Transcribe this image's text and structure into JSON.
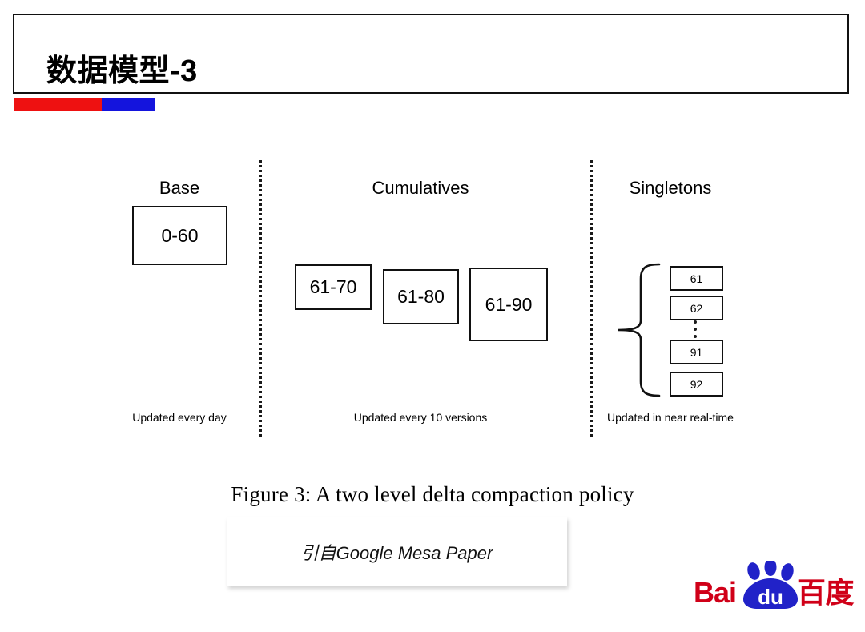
{
  "slide": {
    "title": "数据模型-3",
    "accent_red": "#ee1111",
    "accent_blue": "#1414dd"
  },
  "figure": {
    "caption": "Figure 3: A two level delta compaction policy",
    "columns": [
      {
        "id": "base",
        "header": "Base",
        "note": "Updated every day",
        "boxes": [
          {
            "label": "0-60"
          }
        ]
      },
      {
        "id": "cumulatives",
        "header": "Cumulatives",
        "note": "Updated every 10 versions",
        "boxes": [
          {
            "label": "61-70"
          },
          {
            "label": "61-80"
          },
          {
            "label": "61-90"
          }
        ]
      },
      {
        "id": "singletons",
        "header": "Singletons",
        "note": "Updated in near real-time",
        "boxes": [
          {
            "label": "61"
          },
          {
            "label": "62"
          },
          {
            "label": "91"
          },
          {
            "label": "92"
          }
        ]
      }
    ]
  },
  "citation": {
    "text": "引自Google Mesa Paper"
  },
  "logo": {
    "latin": "Bai",
    "paw_text": "du",
    "chinese": "百度",
    "red": "#d00018",
    "blue": "#2122c8"
  }
}
